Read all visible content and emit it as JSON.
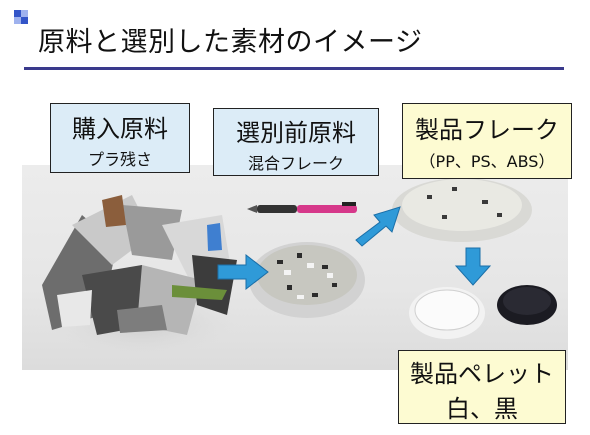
{
  "slide": {
    "title": "原料と選別した素材のイメージ"
  },
  "labels": {
    "raw": {
      "title": "購入原料",
      "sub": "プラ残さ"
    },
    "sorted": {
      "title": "選別前原料",
      "sub": "混合フレーク"
    },
    "flake": {
      "title": "製品フレーク",
      "sub": "（PP、PS、ABS）"
    },
    "pellet": {
      "title": "製品ペレット",
      "sub": "白、黒"
    }
  },
  "colors": {
    "label_blue": "#dcecf7",
    "label_yellow": "#fdfbd2",
    "arrow": "#2f9ad8",
    "title_rule": "#3a3a8c"
  }
}
